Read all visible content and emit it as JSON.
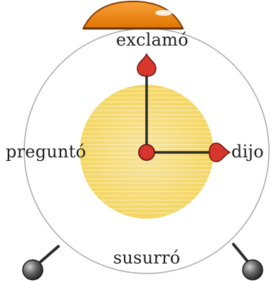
{
  "clock": {
    "labels": {
      "top": "exclamó",
      "left": "preguntó",
      "right": "dijo",
      "bottom": "susurró"
    }
  },
  "colors": {
    "bell_orange": "#ef8a1a",
    "bell_dark": "#c45a00",
    "dial_yellow": "#f6dc7a",
    "hand_red": "#d8362c",
    "hand_dark": "#2a2a2a",
    "rim": "#a8a8a8"
  }
}
